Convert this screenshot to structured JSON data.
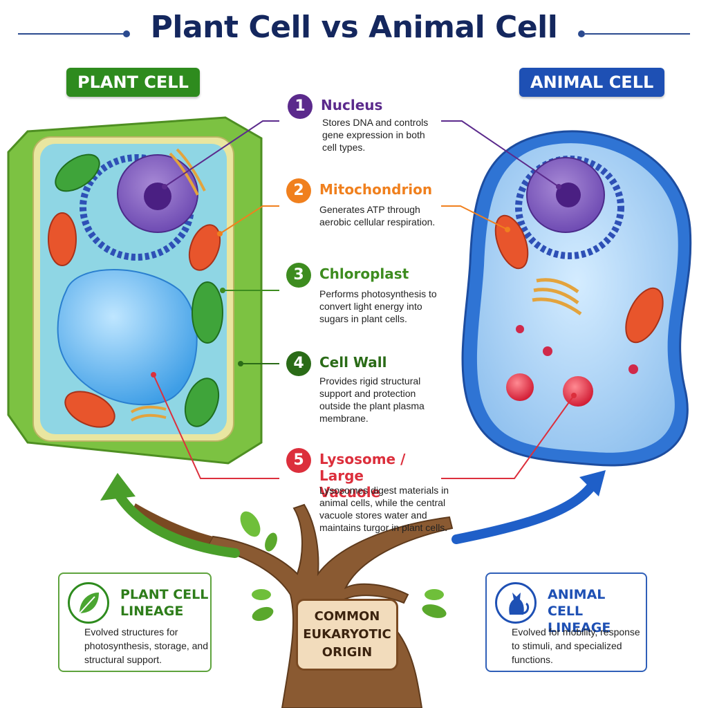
{
  "title": "Plant Cell vs Animal Cell",
  "labels": {
    "plant": "PLANT CELL",
    "animal": "ANIMAL CELL"
  },
  "organelles": [
    {
      "num": "1",
      "name": "Nucleus",
      "desc": "Stores DNA and controls gene expression in both cell types.",
      "color": "#5b2a8c"
    },
    {
      "num": "2",
      "name": "Mitochondrion",
      "desc": "Generates ATP through aerobic cellular respiration.",
      "color": "#f0801e"
    },
    {
      "num": "3",
      "name": "Chloroplast",
      "desc": "Performs photosynthesis to convert light energy into sugars in plant cells.",
      "color": "#3d8c1f"
    },
    {
      "num": "4",
      "name": "Cell Wall",
      "desc": "Provides rigid structural support and protection outside the plant plasma membrane.",
      "color": "#2a6b17"
    },
    {
      "num": "5",
      "name": "Lysosome / Large Vacuole",
      "desc": "Lysosomes digest materials in animal cells, while the central vacuole stores water and maintains turgor in plant cells.",
      "color": "#dc2f3c"
    }
  ],
  "lineages": {
    "plant": {
      "title": "PLANT CELL LINEAGE",
      "desc": "Evolved structures for photosynthesis, storage, and structural support.",
      "icon": "leaf-icon"
    },
    "animal": {
      "title": "ANIMAL CELL LINEAGE",
      "desc": "Evolved for mobility, response to stimuli, and specialized functions.",
      "icon": "cat-icon"
    }
  },
  "origin": {
    "line1": "COMMON",
    "line2": "EUKARYOTIC",
    "line3": "ORIGIN"
  },
  "colors": {
    "title": "#14275e",
    "plant_accent": "#2e8b1e",
    "animal_accent": "#1e50b4",
    "trunk": "#7a4a22"
  }
}
